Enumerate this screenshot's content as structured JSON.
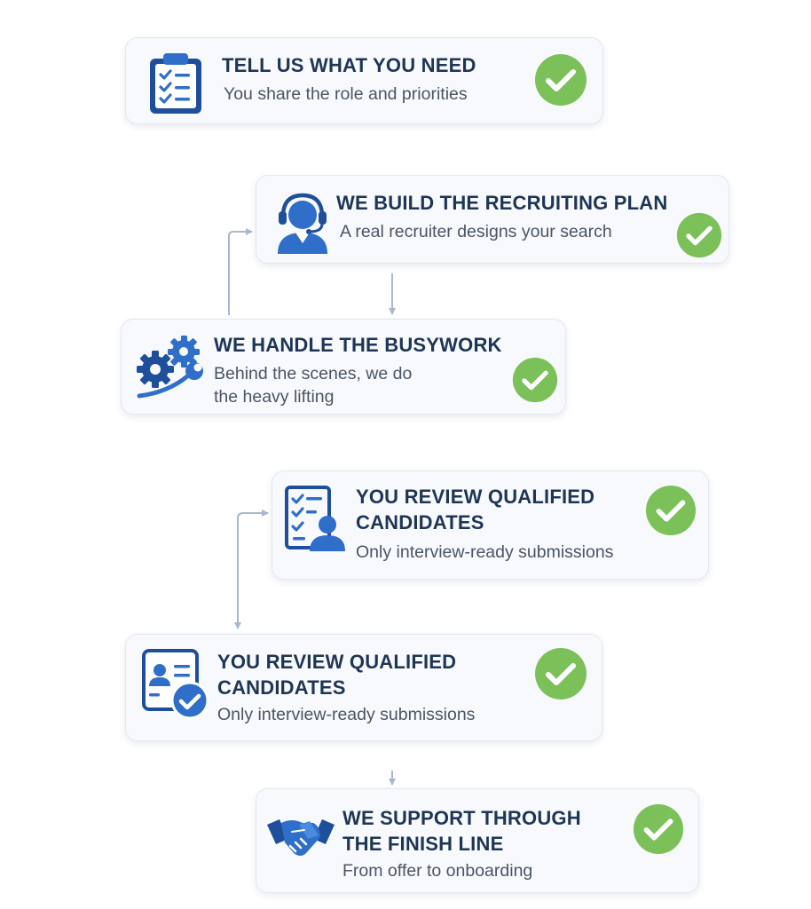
{
  "colors": {
    "icon_blue": "#2f6fc9",
    "icon_blue_dark": "#1f4f9a",
    "check_green": "#7cc05a",
    "title_navy": "#1f3556",
    "card_bg": "#f7f9fc",
    "connector": "#a9b8cc"
  },
  "steps": [
    {
      "icon": "clipboard-checklist-icon",
      "title": "TELL US WHAT YOU NEED",
      "desc": [
        "You share the role and priorities"
      ]
    },
    {
      "icon": "recruiter-headset-icon",
      "title": "WE BUILD THE RECRUITING PLAN",
      "desc": [
        "A real recruiter designs your search"
      ]
    },
    {
      "icon": "gears-wrench-icon",
      "title": "WE HANDLE THE BUSYWORK",
      "desc": [
        "Behind the scenes, we do",
        "the heavy lifting"
      ]
    },
    {
      "icon": "candidate-checklist-icon",
      "title": [
        "YOU REVIEW QUALIFIED",
        "CANDIDATES"
      ],
      "desc": [
        "Only interview-ready submissions"
      ]
    },
    {
      "icon": "profile-verified-icon",
      "title": [
        "YOU REVIEW QUALIFIED",
        "CANDIDATES"
      ],
      "desc": [
        "Only interview-ready submissions"
      ]
    },
    {
      "icon": "handshake-icon",
      "title": [
        "WE SUPPORT THROUGH",
        "THE FINISH LINE"
      ],
      "desc": [
        "From offer to onboarding"
      ]
    }
  ]
}
